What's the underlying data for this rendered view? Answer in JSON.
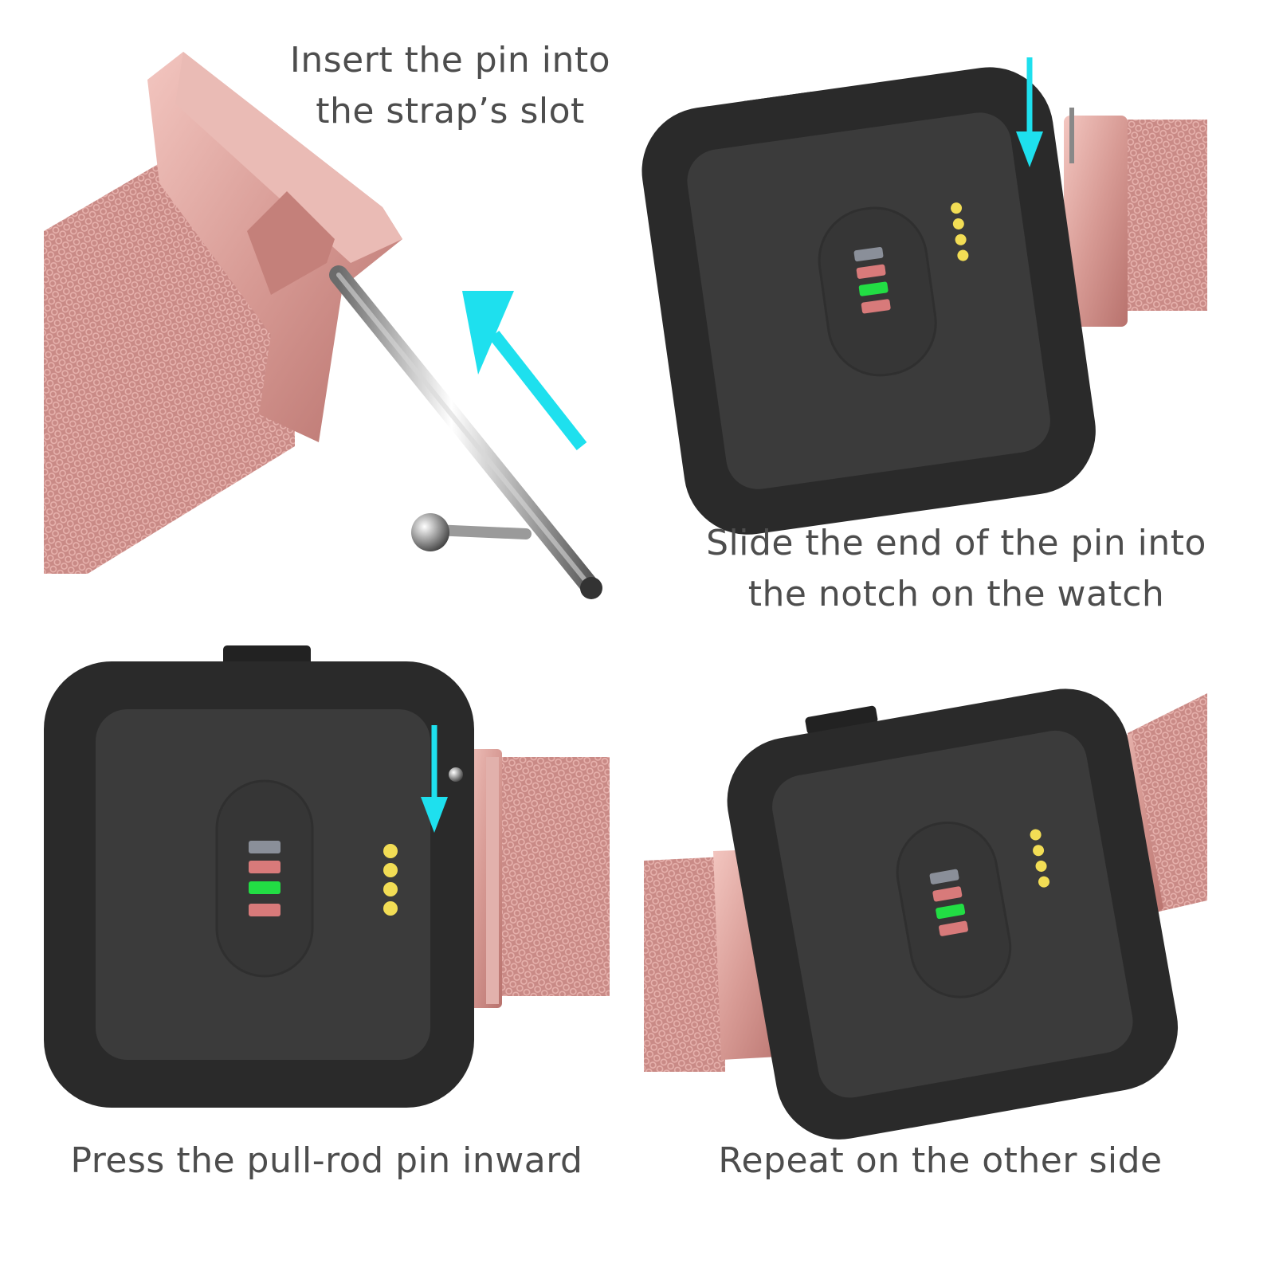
{
  "steps": [
    {
      "line1": "Insert the pin into",
      "line2": "the strap’s slot"
    },
    {
      "line1": "Slide the end of the pin into",
      "line2": "the notch on the watch"
    },
    {
      "line1": "Press the pull-rod pin inward"
    },
    {
      "line1": "Repeat on the other side"
    }
  ],
  "colors": {
    "arrow": "#1ee0ee",
    "strap": "#d9948f",
    "watch": "#2a2a2a",
    "watch_face": "#3b3b3b",
    "led_green": "#22dd44",
    "led_red": "#d87a7a",
    "led_gray": "#8a8f99",
    "contact": "#f2dd55"
  },
  "icons": [
    "arrow-icon",
    "pin-icon",
    "watch-icon",
    "mesh-strap-icon"
  ]
}
